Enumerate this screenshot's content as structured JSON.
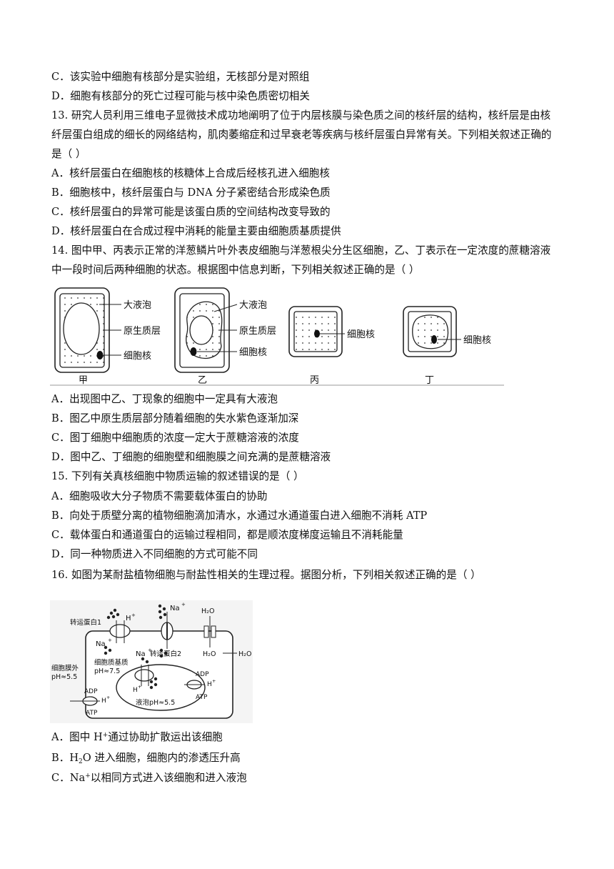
{
  "q12": {
    "optC": "C．该实验中细胞有核部分是实验组，无核部分是对照组",
    "optD": "D．细胞有核部分的死亡过程可能与核中染色质密切相关"
  },
  "q13": {
    "stem1": "13. 研究人员利用三维电子显微技术成功地阐明了位于内层核膜与染色质之间的核纤层的结构，核纤层是由核",
    "stem2": "纤层蛋白组成的细长的网络结构，肌肉萎缩症和过早衰老等疾病与核纤层蛋白异常有关。下列相关叙述正确的",
    "stem3": "是（        ）",
    "optA": "A．核纤层蛋白在细胞核的核糖体上合成后经核孔进入细胞核",
    "optB": "B．细胞核中，核纤层蛋白与 DNA 分子紧密结合形成染色质",
    "optC": "C．核纤层蛋白的异常可能是该蛋白质的空间结构改变导致的",
    "optD": "D．核纤层蛋白在合成过程中消耗的能量主要由细胞质基质提供"
  },
  "q14": {
    "stem1": "14. 图中甲、丙表示正常的洋葱鳞片叶外表皮细胞与洋葱根尖分生区细胞，乙、丁表示在一定浓度的蔗糖溶液",
    "stem2": "中一段时间后两种细胞的状态。根据图中信息判断，下列相关叙述正确的是（        ）",
    "figure": {
      "vacuole": "大液泡",
      "protoplast": "原生质层",
      "nucleus": "细胞核",
      "cap_jia": "甲",
      "cap_yi": "乙",
      "cap_bing": "丙",
      "cap_ding": "丁"
    },
    "optA": "A．出现图中乙、丁现象的细胞中一定具有大液泡",
    "optB": "B．图乙中原生质层部分随着细胞的失水紫色逐渐加深",
    "optC": "C．图丁细胞中细胞质的浓度一定大于蔗糖溶液的浓度",
    "optD": "D．图中乙、丁细胞的细胞壁和细胞膜之间充满的是蔗糖溶液"
  },
  "q15": {
    "stem": "15. 下列有关真核细胞中物质运输的叙述错误的是（        ）",
    "optA": "A．细胞吸收大分子物质不需要载体蛋白的协助",
    "optB": "B．向处于质壁分离的植物细胞滴加清水，水通过水通道蛋白进入细胞不消耗 ATP",
    "optC": "C．载体蛋白和通道蛋白的运输过程相同，都是顺浓度梯度运输且不消耗能量",
    "optD": "D．同一种物质进入不同细胞的方式可能不同"
  },
  "q16": {
    "stem": "16. 如图为某耐盐植物细胞与耐盐性相关的生理过程。据图分析，下列相关叙述正确的是（        ）",
    "figure": {
      "carrier1": "转运蛋白1",
      "carrier2": "转运蛋白2",
      "h_ion": "H",
      "na_ion": "Na",
      "plus": "+",
      "water": "H₂O",
      "outside1": "细胞膜外",
      "outside2": "pH≈5.5",
      "matrix1": "细胞质基质",
      "matrix2": "pH≈7.5",
      "vacuole": "液泡pH≈5.5",
      "adp": "ADP",
      "atp": "ATP"
    },
    "optA_pre": "A．图中 H",
    "optA_sup": "+",
    "optA_post": "通过协助扩散运出该细胞",
    "optB_pre": "B．H",
    "optB_sub": "2",
    "optB_post": "O 进入细胞，细胞内的渗透压升高",
    "optC_pre": "C．Na",
    "optC_sup": "+",
    "optC_post": "以相同方式进入该细胞和进入液泡"
  }
}
